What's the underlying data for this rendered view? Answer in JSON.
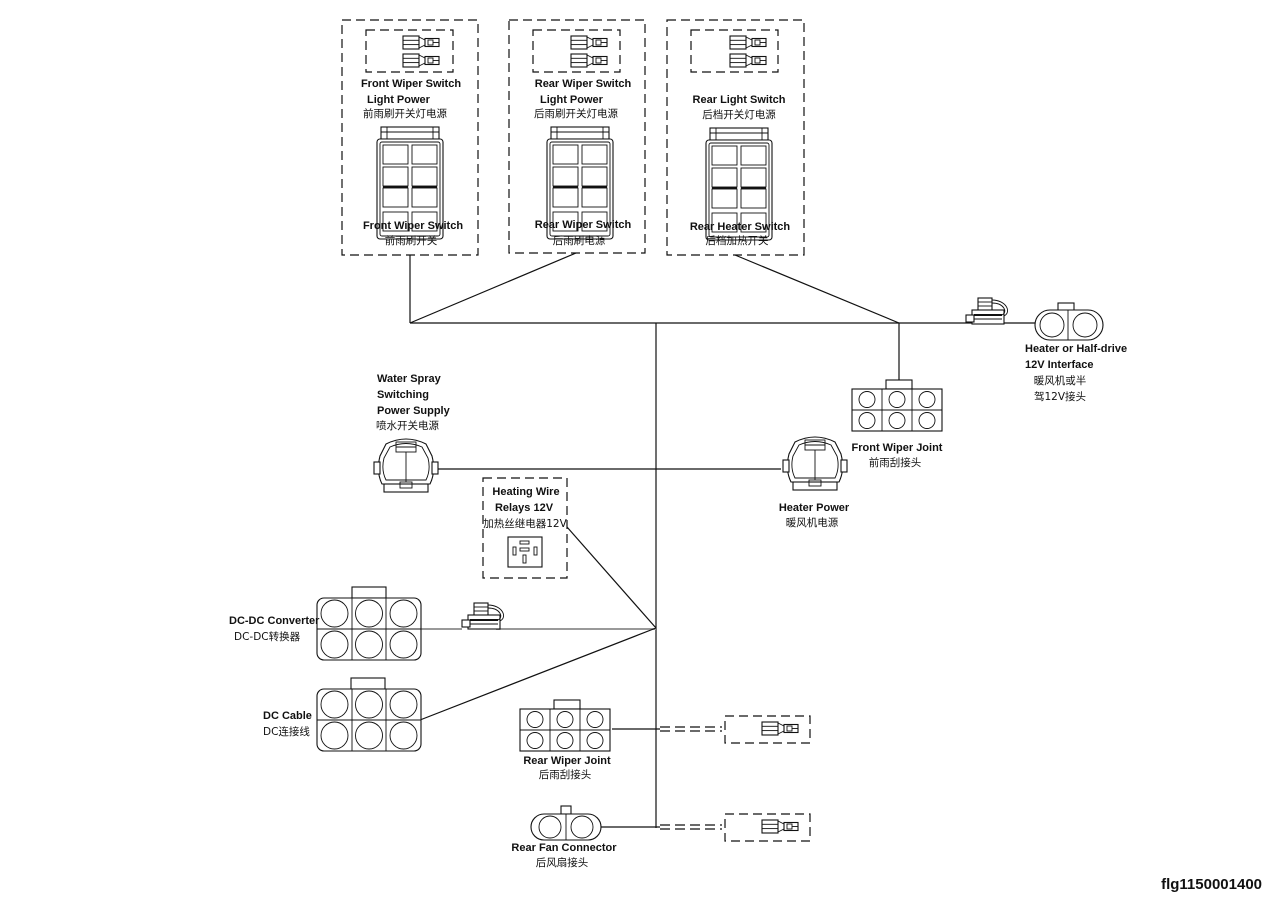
{
  "figure_id": "flg1150001400",
  "switch_panels": [
    {
      "id": "front",
      "light_label_en": [
        "Front Wiper Switch",
        "Light Power"
      ],
      "light_label_cn": "前雨刷开关灯电源",
      "switch_label_en": "Front Wiper Switch",
      "switch_label_cn": "前雨刷开关"
    },
    {
      "id": "rear",
      "light_label_en": [
        "Rear Wiper Switch",
        "Light Power"
      ],
      "light_label_cn": "后雨刷开关灯电源",
      "switch_label_en": "Rear Wiper Switch",
      "switch_label_cn": "后雨刷电源"
    },
    {
      "id": "rear-heater",
      "light_label_en": [
        "Rear Light Switch"
      ],
      "light_label_cn": "后档开关灯电源",
      "switch_label_en": "Rear Heater Switch",
      "switch_label_cn": "后档加热开关"
    }
  ],
  "connectors": {
    "heater_half_drive": {
      "en": [
        "Heater or Half-drive",
        "12V Interface"
      ],
      "cn": [
        "暖风机或半",
        "驾12V接头"
      ]
    },
    "front_wiper_joint": {
      "en": "Front Wiper Joint",
      "cn": "前雨刮接头"
    },
    "water_spray": {
      "en": [
        "Water Spray",
        "Switching",
        "Power Supply"
      ],
      "cn": "喷水开关电源"
    },
    "heater_power": {
      "en": "Heater Power",
      "cn": "暖风机电源"
    },
    "heating_wire_relay": {
      "en": [
        "Heating Wire",
        "Relays 12V"
      ],
      "cn": "加热丝继电器12V"
    },
    "dcdc_converter": {
      "en": "DC-DC Converter",
      "cn": "DC-DC转换器"
    },
    "dc_cable": {
      "en": "DC Cable",
      "cn": "DC连接线"
    },
    "rear_wiper_joint": {
      "en": "Rear Wiper Joint",
      "cn": "后雨刮接头"
    },
    "rear_fan_connector": {
      "en": "Rear Fan Connector",
      "cn": "后风扇接头"
    }
  }
}
